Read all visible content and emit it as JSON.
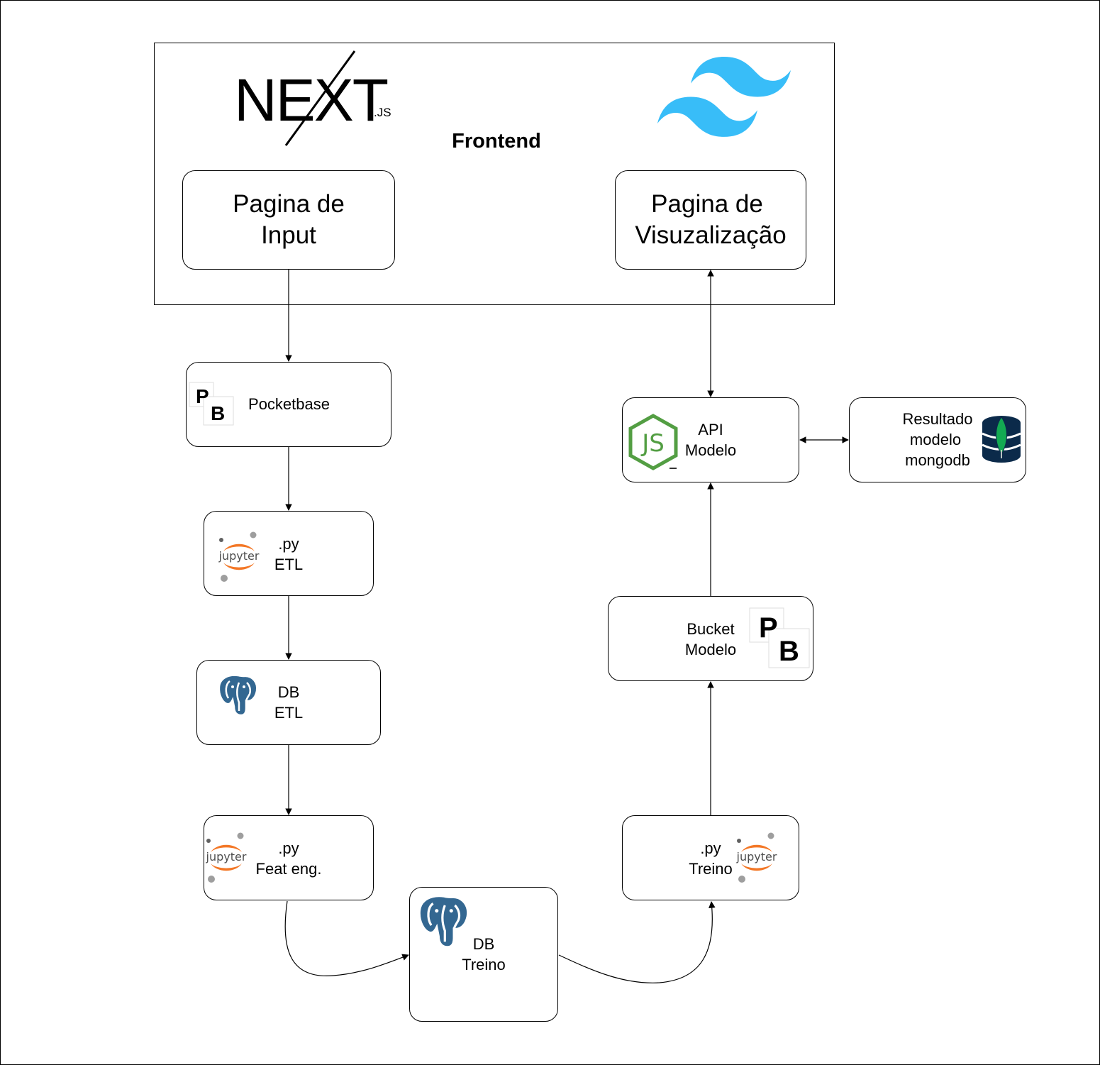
{
  "frontend": {
    "label": "Frontend",
    "nextjs_logo": {
      "main": "NEXT",
      "suffix": ".JS"
    },
    "tailwind_icon": "tailwind-icon"
  },
  "nodes": {
    "input_page": {
      "line1": "Pagina de",
      "line2": "Input"
    },
    "viz_page": {
      "line1": "Pagina de",
      "line2": "Visuzalização"
    },
    "pocketbase": {
      "label": "Pocketbase",
      "icon": "pocketbase-icon",
      "icon_letters": [
        "P",
        "B"
      ]
    },
    "py_etl": {
      "line1": ".py",
      "line2": "ETL",
      "icon": "jupyter-icon",
      "icon_text": "jupyter"
    },
    "db_etl": {
      "line1": "DB",
      "line2": "ETL",
      "icon": "postgresql-icon"
    },
    "py_feat": {
      "line1": ".py",
      "line2": "Feat eng.",
      "icon": "jupyter-icon",
      "icon_text": "jupyter"
    },
    "db_treino": {
      "line1": "DB",
      "line2": "Treino",
      "icon": "postgresql-icon"
    },
    "py_treino": {
      "line1": ".py",
      "line2": "Treino",
      "icon": "jupyter-icon",
      "icon_text": "jupyter"
    },
    "bucket": {
      "line1": "Bucket",
      "line2": "Modelo",
      "icon": "pocketbase-icon",
      "icon_letters": [
        "P",
        "B"
      ]
    },
    "api": {
      "line1": "API",
      "line2": "Modelo",
      "icon": "nodejs-icon",
      "icon_text": "JS"
    },
    "mongo": {
      "line1": "Resultado",
      "line2": "modelo",
      "line3": "mongodb",
      "icon": "mongodb-icon"
    }
  },
  "colors": {
    "jupyter_orange": "#F37726",
    "jupyter_gray": "#9E9E9E",
    "postgres_blue": "#336791",
    "node_green": "#539E43",
    "tailwind_cyan": "#38BDF8",
    "mongo_navy": "#0B2A4A",
    "mongo_leaf": "#13AA52"
  }
}
